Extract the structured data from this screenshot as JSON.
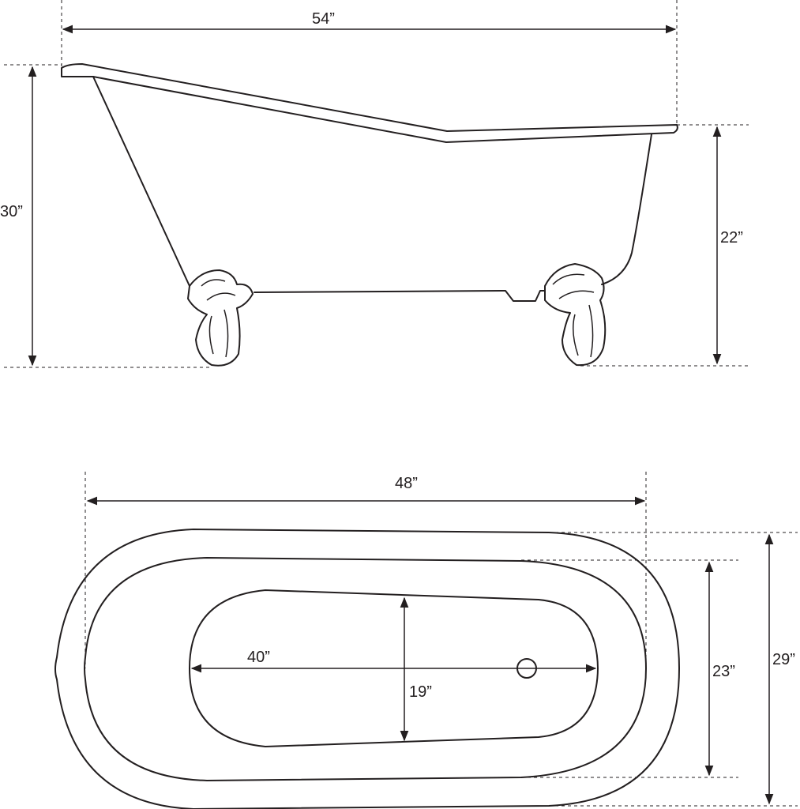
{
  "side_view": {
    "length_label": "54”",
    "total_height_label": "30”",
    "rim_height_label": "22”"
  },
  "top_view": {
    "interior_length_label": "48”",
    "outer_width_label": "29”",
    "inner_width_label": "23”",
    "floor_length_label": "40”",
    "floor_width_label": "19”"
  },
  "colors": {
    "line": "#231f20",
    "background": "#ffffff"
  }
}
